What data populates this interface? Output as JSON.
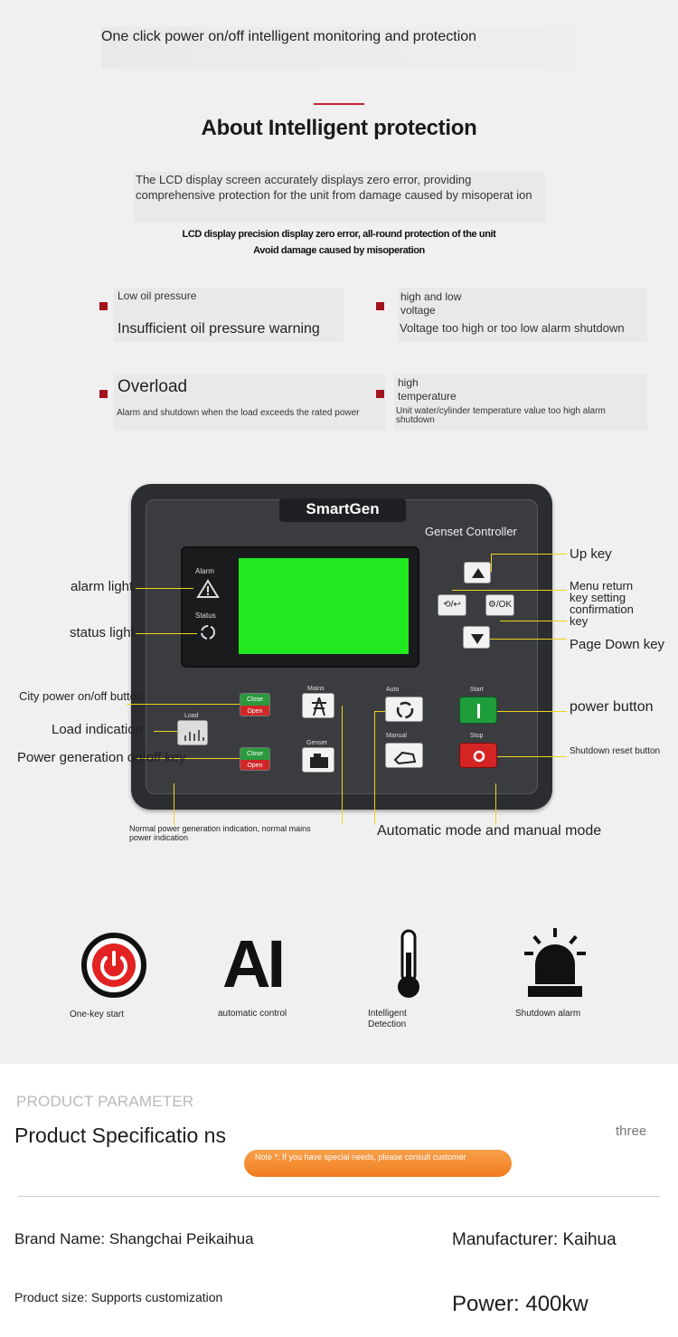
{
  "banner": {
    "text": "One click power on/off intelligent monitoring and protection"
  },
  "about": {
    "title": "About Intelligent protection",
    "description": "The LCD display screen accurately displays zero error, providing comprehensive protection for the unit from damage caused by misoperat ion",
    "bold_line1": "LCD display precision display zero error, all-round protection of the unit",
    "bold_line2": "Avoid damage caused by misoperation"
  },
  "features": [
    {
      "small": "Low oil pressure",
      "big": "Insufficient oil pressure warning"
    },
    {
      "small_line1": "high and low",
      "small_line2": "voltage",
      "big": "Voltage too high or too low alarm shutdown"
    },
    {
      "big": "Overload",
      "tiny": "Alarm and shutdown when the load exceeds the rated power"
    },
    {
      "small_line1": "high",
      "small_line2": "temperature",
      "tiny_line1": "Unit water/cylinder temperature value too high alarm",
      "tiny_line2": "shutdown"
    }
  ],
  "controller": {
    "brand": "SmartGen",
    "subtitle": "Genset Controller",
    "alarm_label": "Alarm",
    "status_label": "Status",
    "close_label": "Close",
    "open_label": "Open",
    "mains_label": "Mains",
    "genset_label": "Genset",
    "load_label": "Load",
    "auto_label": "Auto",
    "manual_label": "Manual",
    "start_label": "Start",
    "stop_label": "Stop"
  },
  "callouts": {
    "up_key": "Up key",
    "menu_line1": "Menu return",
    "menu_line2": "key setting",
    "menu_line3": "confirmation",
    "menu_line4": "key",
    "page_down": "Page Down key",
    "power_button": "power button",
    "shutdown_reset": "Shutdown reset button",
    "alarm_light": "alarm light",
    "status_light": "status light",
    "city_power": "City power on/off button",
    "load_indication": "Load indication",
    "power_generation": "Power generation on/off key",
    "normal_indication_line1": "Normal power generation indication, normal mains",
    "normal_indication_line2": "power indication",
    "auto_manual": "Automatic mode and manual mode"
  },
  "icons": [
    {
      "icon": "power-icon",
      "caption": "One-key start"
    },
    {
      "icon": "ai-icon",
      "glyph": "AI",
      "caption": "automatic control"
    },
    {
      "icon": "thermometer-icon",
      "caption_line1": "Intelligent",
      "caption_line2": "Detection"
    },
    {
      "icon": "alarm-light-icon",
      "caption": "Shutdown alarm"
    }
  ],
  "params": {
    "section_label": "PRODUCT PARAMETER",
    "title": "Product Specificatio ns",
    "three": "three",
    "note": "Note *: If you have special needs, please consult customer",
    "brand": "Brand Name: Shangchai Peikaihua",
    "manufacturer": "Manufacturer: Kaihua",
    "size": "Product size: Supports customization",
    "power": "Power: 400kw"
  },
  "colors": {
    "accent_red": "#a3141b",
    "lcd_green": "#22e81f",
    "callout_line": "#f2d31a",
    "note_orange": "#f07c1f"
  }
}
